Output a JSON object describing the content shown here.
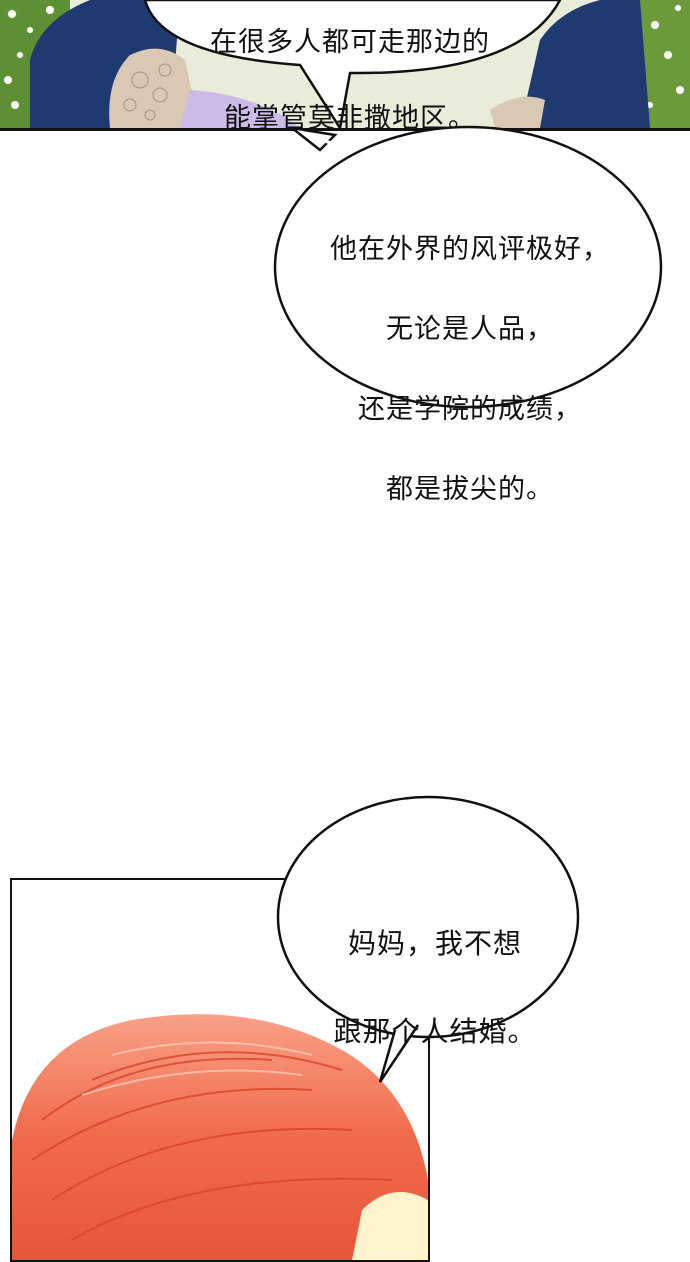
{
  "bubbles": {
    "top_lines": [
      "在很多人都可走那边的",
      "能掌管莫非撒地区。"
    ],
    "middle_lines": [
      "他在外界的风评极好，",
      "无论是人品，",
      "还是学院的成绩，",
      "都是拔尖的。"
    ],
    "bottom_lines": [
      "妈妈，我不想",
      "跟那个人结婚。"
    ]
  },
  "colors": {
    "garden_green": "#6a9a3a",
    "coat_navy": "#1f3a70",
    "lace_beige": "#d8c8b4",
    "dress_lavender": "#cbbbe6",
    "hair_orange": "#f06b4a",
    "hair_light": "#f9a088",
    "skin": "#fff4cc"
  },
  "icons": [
    "flower-icon",
    "speech-bubble-tail-icon"
  ]
}
